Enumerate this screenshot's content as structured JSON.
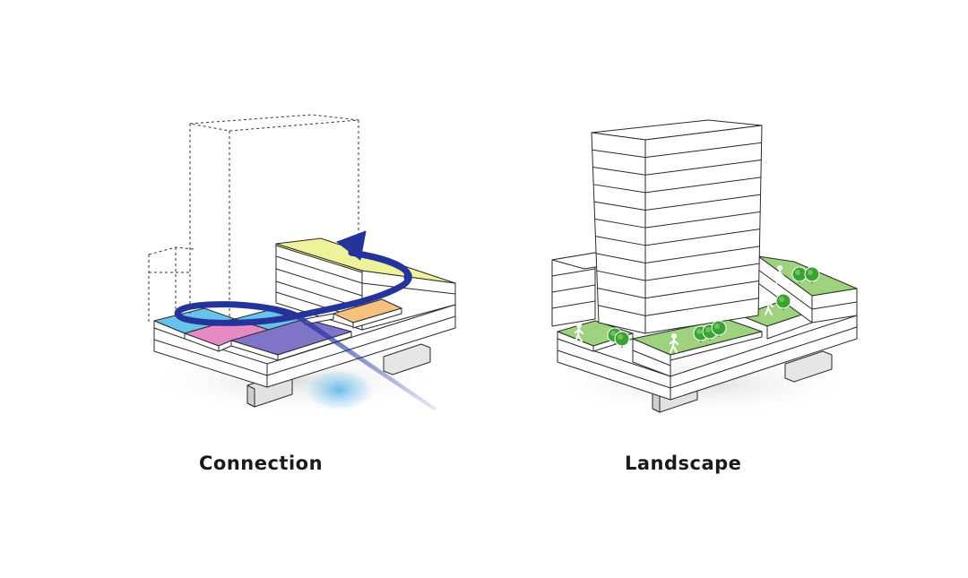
{
  "diagrams": [
    {
      "id": "left",
      "caption": "Connection"
    },
    {
      "id": "right",
      "caption": "Landscape"
    }
  ],
  "colors": {
    "outline": "#2a2a2a",
    "face_white": "#ffffff",
    "face_grey": "#e9e9e9",
    "shadow": "#e6e6e6",
    "yellow": "#eef29a",
    "pink": "#e58ac4",
    "cyan": "#68c3ec",
    "purple": "#7f74c8",
    "orange": "#f6c07e",
    "flow_arrow": "#24349a",
    "glow": "#4fb0ea",
    "green_plaza": "#9fd27e",
    "tree_green": "#3aa335",
    "tree_light": "#71c25a"
  },
  "icons": [
    "flow-arrow-icon",
    "tree-icon",
    "pedestrian-icon"
  ]
}
